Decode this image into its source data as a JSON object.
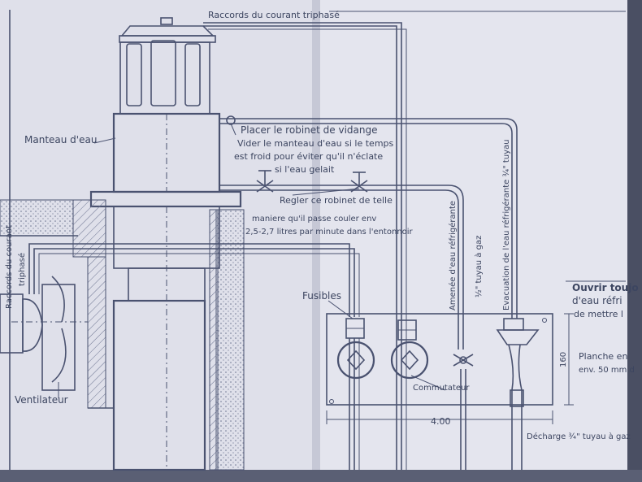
{
  "labels": {
    "raccords_top": "Raccords du courant triphasé",
    "manteau": "Manteau d'eau",
    "placer": "Placer le robinet de vidange",
    "vider1": "Vider le manteau d'eau si le temps",
    "vider2": "est froid pour éviter qu'il n'éclate",
    "vider3": "si l'eau gelait",
    "regler": "Regler ce robinet de telle",
    "maniere1": "maniere qu'il passe couler env",
    "maniere2": "2,5-2,7 litres par minute dans l'entonnoir",
    "raccords_left1": "Raccords du courant",
    "raccords_left2": "triphasé",
    "ventilateur": "Ventilateur",
    "fusibles": "Fusibles",
    "commutateur": "Commutateur",
    "amenee": "Amenée d'eau réfrigérante",
    "tuyau_gaz": "½\" tuyau à gaz",
    "evacuation": "Evacuation de l'eau réfrigérante ¾\" tuyau",
    "ouvrir1": "Ouvrir toujo",
    "ouvrir2": "d'eau réfri",
    "ouvrir3": "de mettre l",
    "dim_160": "160",
    "planche1": "Planche en",
    "planche2": "env. 50 mm d",
    "dim_400": "4.00",
    "decharge": "Décharge ¾\" tuyau à gaz"
  }
}
